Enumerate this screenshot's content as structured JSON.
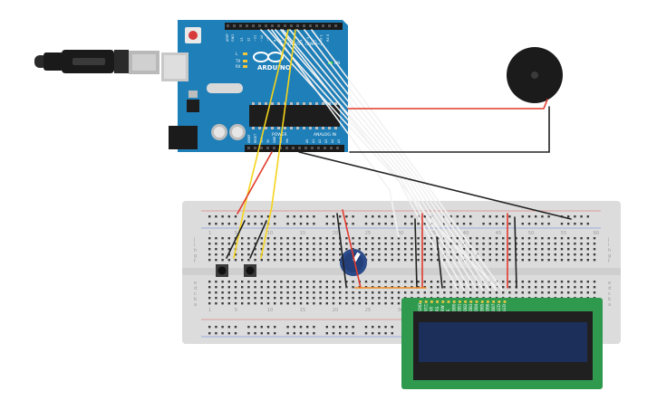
{
  "arduino": {
    "logo": "ARDUINO",
    "digital_label": "DIGITAL (PWM~)",
    "power_label": "POWER",
    "analog_label": "ANALOG IN",
    "on_label": "ON",
    "tx_label": "TX",
    "rx_label": "RX",
    "l_label": "L",
    "aref_label": "AREF",
    "gnd_label": "GND",
    "power_pins": [
      "IOREF",
      "RESET",
      "3V3",
      "5V",
      "GND",
      "GND",
      "Vin"
    ],
    "analog_pins": [
      "A0",
      "A1",
      "A2",
      "A3",
      "A4",
      "A5"
    ],
    "digital_pins": [
      "13",
      "12",
      "~11",
      "~10",
      "~9",
      "8",
      "7",
      "~6",
      "~5",
      "4",
      "~3",
      "2",
      "TX 1",
      "RX 0"
    ]
  },
  "breadboard": {
    "col_numbers": [
      "1",
      "5",
      "10",
      "15",
      "20",
      "25",
      "30",
      "35",
      "40",
      "45",
      "50",
      "55",
      "60"
    ],
    "row_letters": [
      "a",
      "b",
      "c",
      "d",
      "e",
      "f",
      "g",
      "h",
      "i",
      "j"
    ]
  },
  "lcd": {
    "pins": [
      "GND",
      "VCC",
      "V0",
      "RS",
      "RW",
      "E",
      "DB0",
      "DB1",
      "DB2",
      "DB3",
      "DB4",
      "DB5",
      "DB6",
      "DB7",
      "LED",
      "LED"
    ]
  },
  "colors": {
    "arduino_board": "#1f7fb8",
    "lcd_board": "#2f9a4e",
    "lcd_screen": "#1c2f5a",
    "wire_red": "#e23a2c",
    "wire_black": "#222222",
    "wire_yellow": "#f5d419",
    "wire_white": "#f2f2f2",
    "wire_orange": "#f08a22",
    "pot_blue": "#23407a"
  }
}
